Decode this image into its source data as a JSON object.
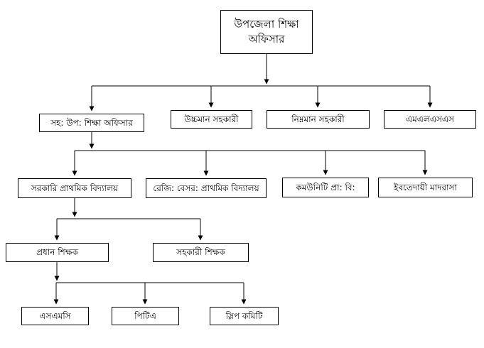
{
  "org": {
    "root": "উপজেলা শিক্ষা অফিসার",
    "level2": [
      "সহ: উপ: শিক্ষা অফিসার",
      "উচ্চমান সহকারী",
      "নিম্নমান সহকারী",
      "এমএলএসএস"
    ],
    "level3": [
      "সরকারি প্রাথমিক বিদ্যালয়",
      "রেজি: বেসর: প্রাথমিক বিদ্যালয়",
      "কমউনিটি প্রা: বি:",
      "ইবতেদায়ী মাদরাসা"
    ],
    "level4": [
      "প্রধান শিক্ষক",
      "সহকারী শিক্ষক"
    ],
    "level5": [
      "এসএমসি",
      "পিটিএ",
      "স্লিপ কমিটি"
    ],
    "edges": [
      {
        "from": "উপজেলা শিক্ষা অফিসার",
        "to": [
          "সহ: উপ: শিক্ষা অফিসার",
          "উচ্চমান সহকারী",
          "নিম্নমান সহকারী",
          "এমএলএসএস"
        ]
      },
      {
        "from": "সহ: উপ: শিক্ষা অফিসার",
        "to": [
          "সরকারি প্রাথমিক বিদ্যালয়",
          "রেজি: বেসর: প্রাথমিক বিদ্যালয়",
          "কমউনিটি প্রা: বি:",
          "ইবতেদায়ী মাদরাসা"
        ]
      },
      {
        "from": "সরকারি প্রাথমিক বিদ্যালয়",
        "to": [
          "প্রধান শিক্ষক",
          "সহকারী শিক্ষক"
        ]
      },
      {
        "from": "প্রধান শিক্ষক",
        "to": [
          "এসএমসি",
          "পিটিএ",
          "স্লিপ কমিটি"
        ]
      }
    ],
    "colors": {
      "line": "#000000",
      "box_border": "#000000",
      "background": "#ffffff",
      "text": "#000000"
    }
  }
}
